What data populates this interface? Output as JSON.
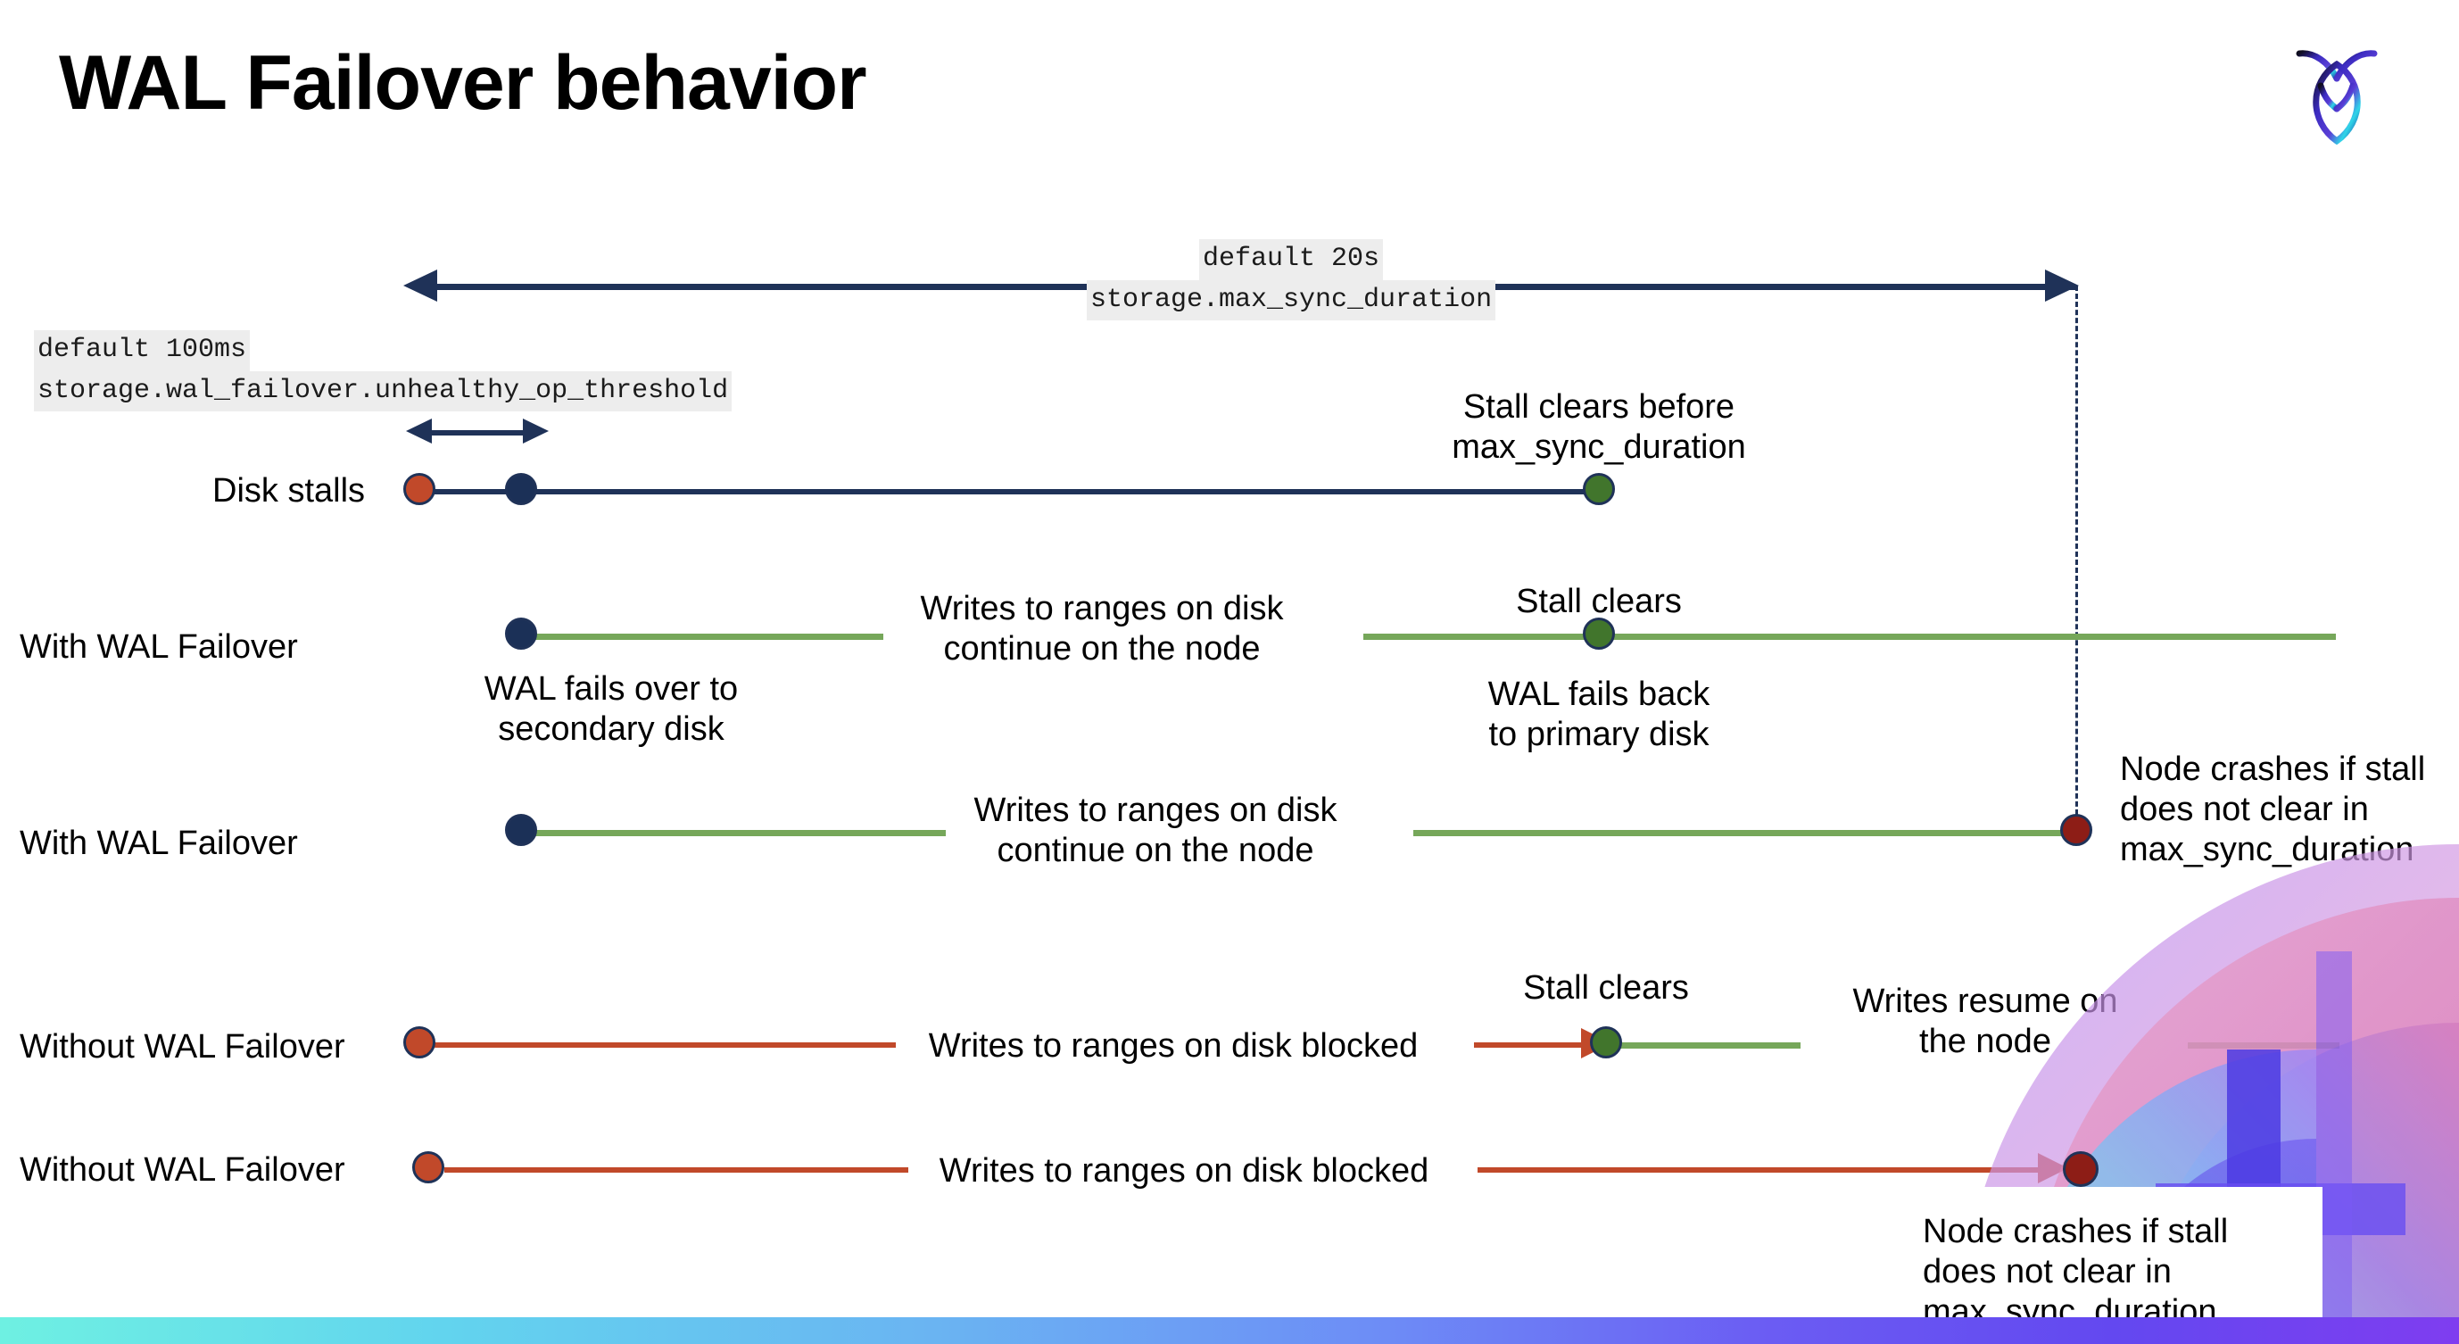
{
  "slide": {
    "title": "WAL Failover behavior",
    "logo_name": "cockroachdb-logo"
  },
  "annotations": {
    "unhealthy_threshold": {
      "default": "default 100ms",
      "setting": "storage.wal_failover.unhealthy_op_threshold"
    },
    "max_sync_duration": {
      "default": "default 20s",
      "setting": "storage.max_sync_duration"
    }
  },
  "rows": [
    {
      "label": "Disk stalls",
      "callouts": [
        "Stall clears before",
        "max_sync_duration"
      ]
    },
    {
      "label": "With WAL Failover",
      "callouts": [
        "Writes to ranges on disk",
        "continue on the node",
        "WAL fails over to",
        "secondary disk",
        "Stall clears",
        "WAL fails  back",
        "to primary disk"
      ]
    },
    {
      "label": "With WAL Failover",
      "callouts": [
        "Writes to ranges on disk",
        "continue on the node",
        "Node crashes if stall",
        "does not clear in",
        "max_sync_duration"
      ]
    },
    {
      "label": "Without WAL Failover",
      "callouts": [
        "Writes to ranges on disk  blocked",
        "Stall clears",
        "Writes resume on",
        "the node"
      ]
    },
    {
      "label": "Without WAL Failover",
      "callouts": [
        "Writes to ranges on disk  blocked",
        "Node crashes if stall",
        "does not clear in",
        "max_sync_duration"
      ]
    }
  ],
  "text": {
    "disk_stalls_label": "Disk stalls",
    "with_wal_failover_label": "With WAL Failover",
    "without_wal_failover_label": "Without WAL Failover",
    "stall_clears_before": "Stall clears before",
    "max_sync_duration_word": "max_sync_duration",
    "writes_continue_l1": "Writes to ranges on disk",
    "writes_continue_l2": "continue on the node",
    "wal_fails_over_l1": "WAL fails over to",
    "wal_fails_over_l2": "secondary disk",
    "stall_clears": "Stall clears",
    "wal_fails_back_l1": "WAL fails  back",
    "wal_fails_back_l2": "to primary disk",
    "node_crashes_l1": "Node crashes if stall",
    "node_crashes_l2": "does not clear in",
    "node_crashes_l3": "max_sync_duration",
    "writes_blocked": "Writes to ranges on disk  blocked",
    "writes_resume_l1": "Writes resume on",
    "writes_resume_l2": "the node"
  },
  "colors": {
    "navy": "#1f3258",
    "green_line": "#76a75a",
    "green_dot": "#41752c",
    "red_line": "#c1492a",
    "red_dot": "#c1492a",
    "dark_red_dot": "#8d1d16",
    "code_chip_bg": "#ededed",
    "bar_start": "#6ef0e2",
    "bar_end": "#7f3df0"
  }
}
